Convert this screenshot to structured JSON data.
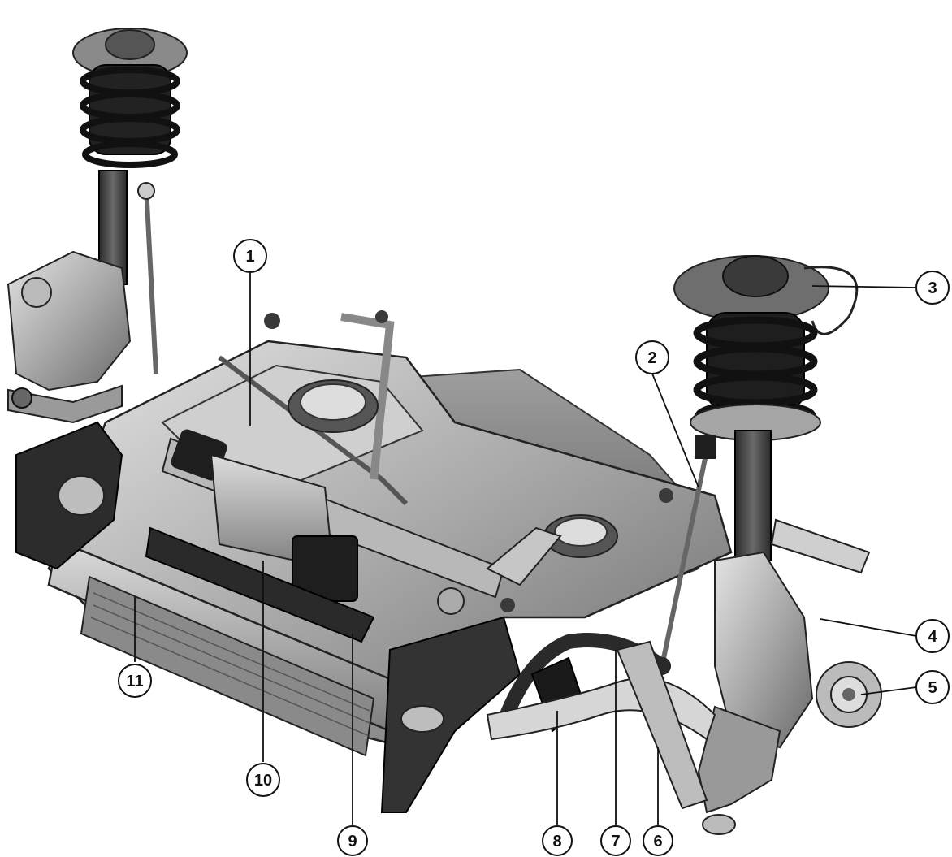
{
  "callouts": [
    {
      "id": "1",
      "label": "1"
    },
    {
      "id": "2",
      "label": "2"
    },
    {
      "id": "3",
      "label": "3"
    },
    {
      "id": "4",
      "label": "4"
    },
    {
      "id": "5",
      "label": "5"
    },
    {
      "id": "6",
      "label": "6"
    },
    {
      "id": "7",
      "label": "7"
    },
    {
      "id": "8",
      "label": "8"
    },
    {
      "id": "9",
      "label": "9"
    },
    {
      "id": "10",
      "label": "10"
    },
    {
      "id": "11",
      "label": "11"
    }
  ],
  "colors": {
    "metal_light": "#c9c9c9",
    "metal_mid": "#9a9a9a",
    "metal_dark": "#4a4a4a",
    "rubber": "#1e1e1e",
    "outline": "#222222"
  }
}
